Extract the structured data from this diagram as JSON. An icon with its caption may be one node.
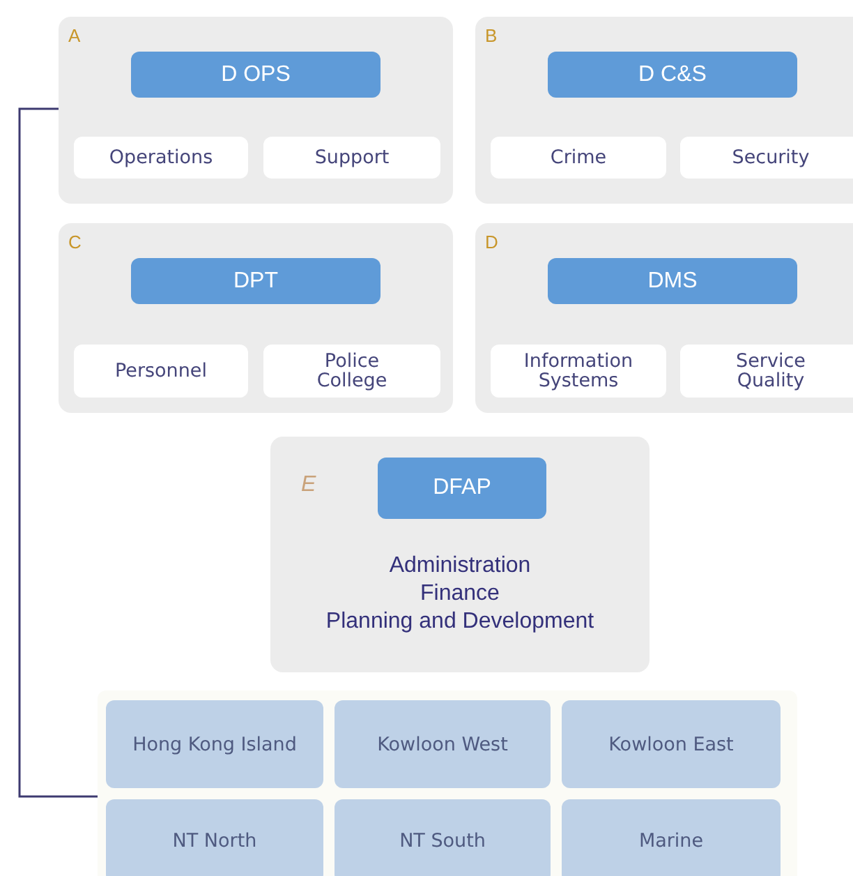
{
  "diagram": {
    "nodes": [
      {
        "text": [
          "A"
        ]
      },
      {
        "text": [
          "D OPS"
        ],
        "in": 0
      },
      {
        "text": [
          "Operations"
        ],
        "in": 0
      },
      {
        "text": [
          "Support"
        ],
        "in": 0
      },
      {
        "text": [
          "B"
        ]
      },
      {
        "text": [
          "D C&S"
        ],
        "in": 4
      },
      {
        "text": [
          "Crime"
        ],
        "in": 4
      },
      {
        "text": [
          "Security"
        ],
        "in": 4
      },
      {
        "text": [
          "C"
        ]
      },
      {
        "text": [
          "DPT"
        ],
        "in": 8
      },
      {
        "text": [
          "Personnel"
        ],
        "in": 8
      },
      {
        "text": [
          "Police College"
        ],
        "in": 8
      },
      {
        "text": [
          "D"
        ]
      },
      {
        "text": [
          "DMS"
        ],
        "in": 12
      },
      {
        "text": [
          "Information Systems"
        ],
        "in": 12
      },
      {
        "text": [
          "Service Quality"
        ],
        "in": 12
      },
      {
        "text": [
          "E",
          "Administration",
          "Finance",
          "Planning and Development"
        ]
      },
      {
        "text": [
          "DFAP"
        ],
        "in": 16
      },
      {
        "text": [],
        "shape": "box"
      },
      {
        "text": [
          "Hong Kong Island"
        ],
        "in": 18
      },
      {
        "text": [
          "Kowloon West"
        ],
        "in": 18
      },
      {
        "text": [
          "Kowloon East"
        ],
        "in": 18
      },
      {
        "text": [
          "NT North"
        ],
        "in": 18
      },
      {
        "text": [
          "NT South"
        ],
        "in": 18
      },
      {
        "text": [
          "Marine"
        ],
        "in": 18
      }
    ],
    "edges": [
      {
        "from": 0,
        "to": 18,
        "arrow": "none"
      }
    ]
  }
}
